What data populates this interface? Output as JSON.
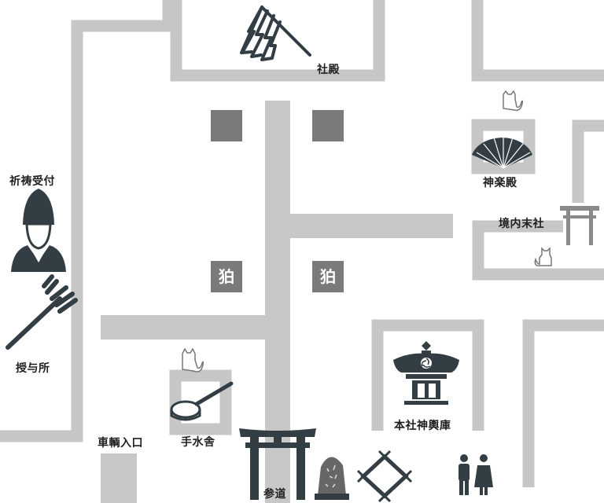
{
  "places": {
    "shaden": "社殿",
    "kagura_den": "神楽殿",
    "keidai_massha": "境内末社",
    "kito_uketsuke": "祈祷受付",
    "juyosho": "授与所",
    "temizuya": "手水舎",
    "sharyo_iriguchi": "車輌入口",
    "honsha_mikoshi_ko": "本社神輿庫",
    "sando": "参道"
  },
  "komainu_label": "狛",
  "colors": {
    "path": "#c8c8c8",
    "wall": "#bdbdbd",
    "block": "#7a7a7a",
    "icon": "#333d44"
  }
}
